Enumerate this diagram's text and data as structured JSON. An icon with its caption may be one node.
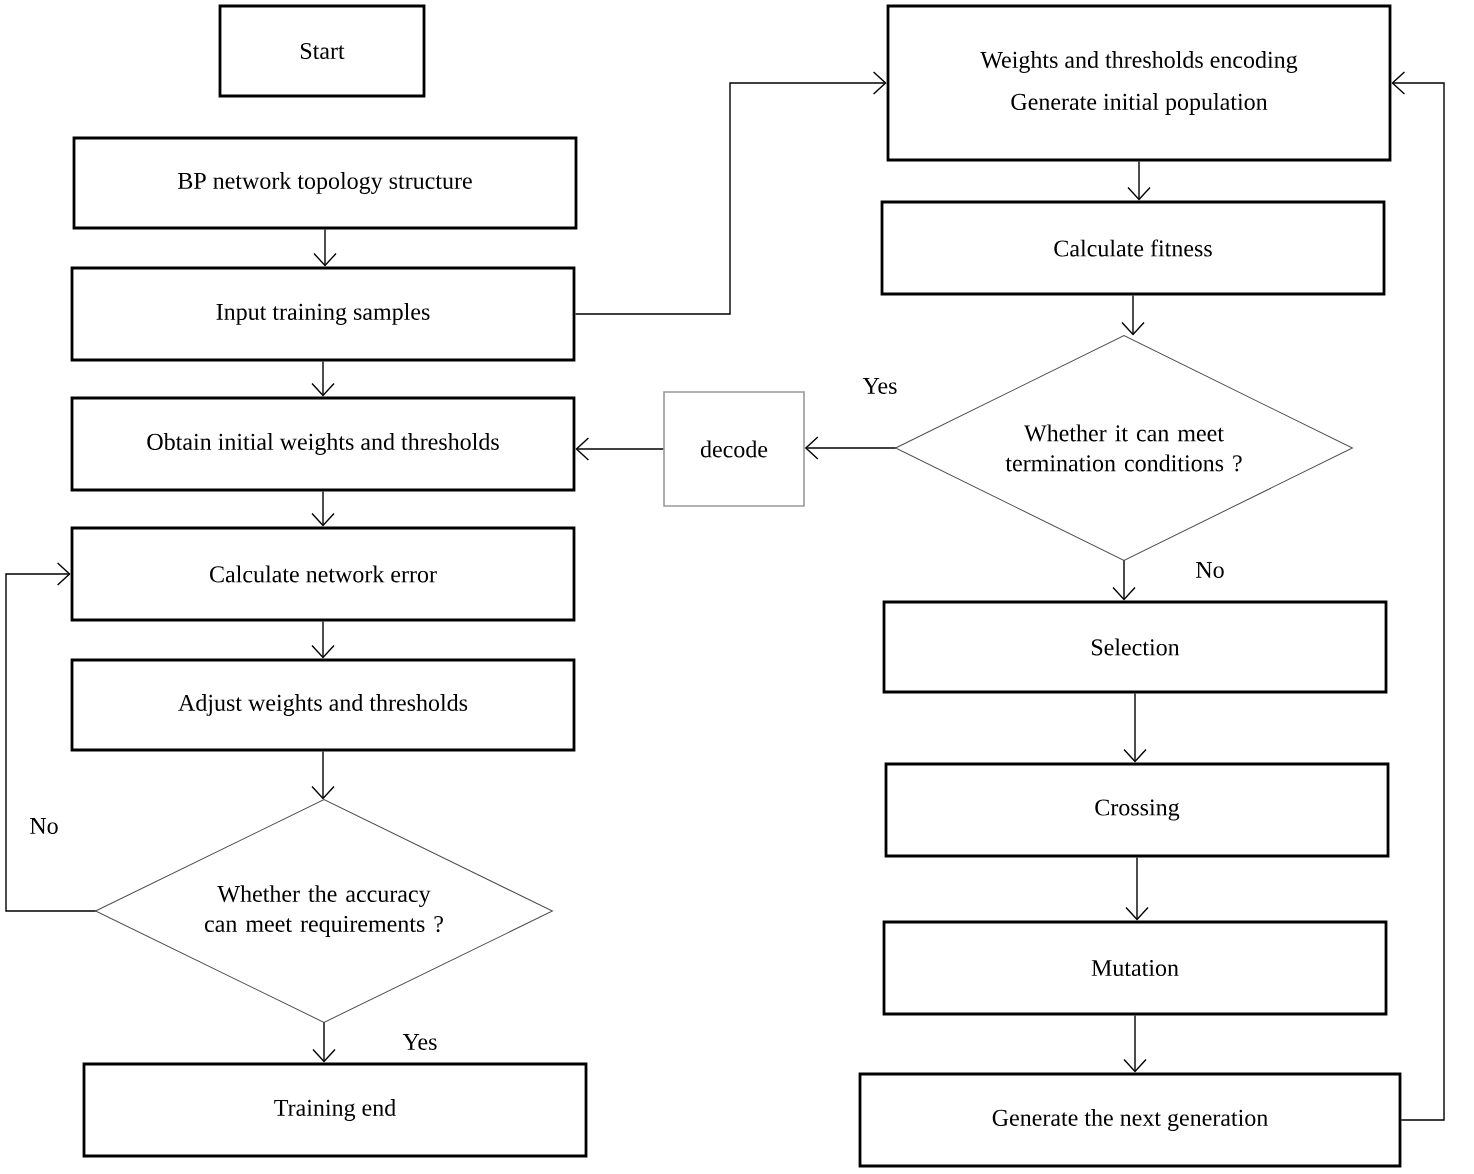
{
  "diagram": {
    "nodes": [
      {
        "text": [
          "Start"
        ]
      },
      {
        "text": [
          "BP network topology structure"
        ]
      },
      {
        "text": [
          "Input training samples"
        ]
      },
      {
        "text": [
          "Obtain initial weights and thresholds"
        ]
      },
      {
        "text": [
          "Calculate network error"
        ]
      },
      {
        "text": [
          "Adjust weights and thresholds"
        ]
      },
      {
        "text": [
          "Whether the accuracy can meet requirements ?"
        ]
      },
      {
        "text": [
          "Training end"
        ]
      },
      {
        "text": [
          "Weights and thresholds encoding",
          "Generate initial population"
        ]
      },
      {
        "text": [
          "Calculate fitness"
        ]
      },
      {
        "text": [
          "Whether it can meet termination conditions ?"
        ]
      },
      {
        "text": [
          "decode"
        ]
      },
      {
        "text": [
          "Selection"
        ]
      },
      {
        "text": [
          "Crossing"
        ]
      },
      {
        "text": [
          "Mutation"
        ]
      },
      {
        "text": [
          "Generate the next generation"
        ]
      }
    ],
    "edges": [
      {
        "from": 1,
        "to": 2,
        "arrow": "to"
      },
      {
        "from": 2,
        "to": 3,
        "arrow": "to"
      },
      {
        "from": 3,
        "to": 4,
        "arrow": "to"
      },
      {
        "from": 4,
        "to": 5,
        "arrow": "to"
      },
      {
        "from": 5,
        "to": 6,
        "arrow": "to"
      },
      {
        "from": 6,
        "to": 7,
        "arrow": "to",
        "label": "Yes"
      },
      {
        "from": 6,
        "to": 4,
        "arrow": "to",
        "label": "No"
      },
      {
        "from": 2,
        "to": 8,
        "arrow": "to"
      },
      {
        "from": 8,
        "to": 9,
        "arrow": "to"
      },
      {
        "from": 9,
        "to": 10,
        "arrow": "to"
      },
      {
        "from": 10,
        "to": 11,
        "arrow": "to",
        "label": "Yes"
      },
      {
        "from": 11,
        "to": 3,
        "arrow": "to"
      },
      {
        "from": 10,
        "to": 12,
        "arrow": "to",
        "label": "No"
      },
      {
        "from": 12,
        "to": 13,
        "arrow": "to"
      },
      {
        "from": 13,
        "to": 14,
        "arrow": "to"
      },
      {
        "from": 14,
        "to": 15,
        "arrow": "to"
      },
      {
        "from": 15,
        "to": 8,
        "arrow": "to"
      }
    ]
  }
}
